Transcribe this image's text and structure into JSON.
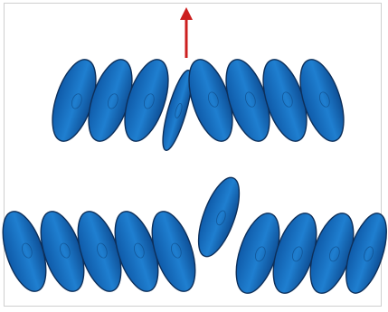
{
  "colors": {
    "ellipse_fill": "#1a6fc4",
    "ellipse_fill_light": "#2a8ad8",
    "ellipse_stroke": "#0d2f5a",
    "arrow": "#cc1f1f",
    "frame_border": "#cfcfcf",
    "background": "#ffffff"
  },
  "diagram": {
    "top_row": [
      {
        "id": "t1",
        "tilt_deg": 18,
        "orientation": "tilted"
      },
      {
        "id": "t2",
        "tilt_deg": 18,
        "orientation": "tilted"
      },
      {
        "id": "t3",
        "tilt_deg": 18,
        "orientation": "tilted"
      },
      {
        "id": "t4",
        "tilt_deg": 16,
        "orientation": "tilted-thin"
      },
      {
        "id": "t5",
        "tilt_deg": -18,
        "orientation": "tilted"
      },
      {
        "id": "t6",
        "tilt_deg": -18,
        "orientation": "tilted"
      },
      {
        "id": "t7",
        "tilt_deg": -18,
        "orientation": "tilted"
      },
      {
        "id": "t8",
        "tilt_deg": -18,
        "orientation": "tilted"
      }
    ],
    "bottom_row": [
      {
        "id": "b1",
        "tilt_deg": -18,
        "orientation": "tilted"
      },
      {
        "id": "b2",
        "tilt_deg": -18,
        "orientation": "tilted"
      },
      {
        "id": "b3",
        "tilt_deg": -18,
        "orientation": "tilted"
      },
      {
        "id": "b4",
        "tilt_deg": -18,
        "orientation": "tilted"
      },
      {
        "id": "b5",
        "tilt_deg": -18,
        "orientation": "tilted"
      },
      {
        "id": "b6",
        "tilt_deg": 20,
        "orientation": "raised"
      },
      {
        "id": "b7",
        "tilt_deg": 18,
        "orientation": "tilted"
      },
      {
        "id": "b8",
        "tilt_deg": 18,
        "orientation": "tilted"
      },
      {
        "id": "b9",
        "tilt_deg": 18,
        "orientation": "tilted"
      },
      {
        "id": "b10",
        "tilt_deg": 18,
        "orientation": "tilted"
      }
    ],
    "arrow_direction": "up"
  }
}
